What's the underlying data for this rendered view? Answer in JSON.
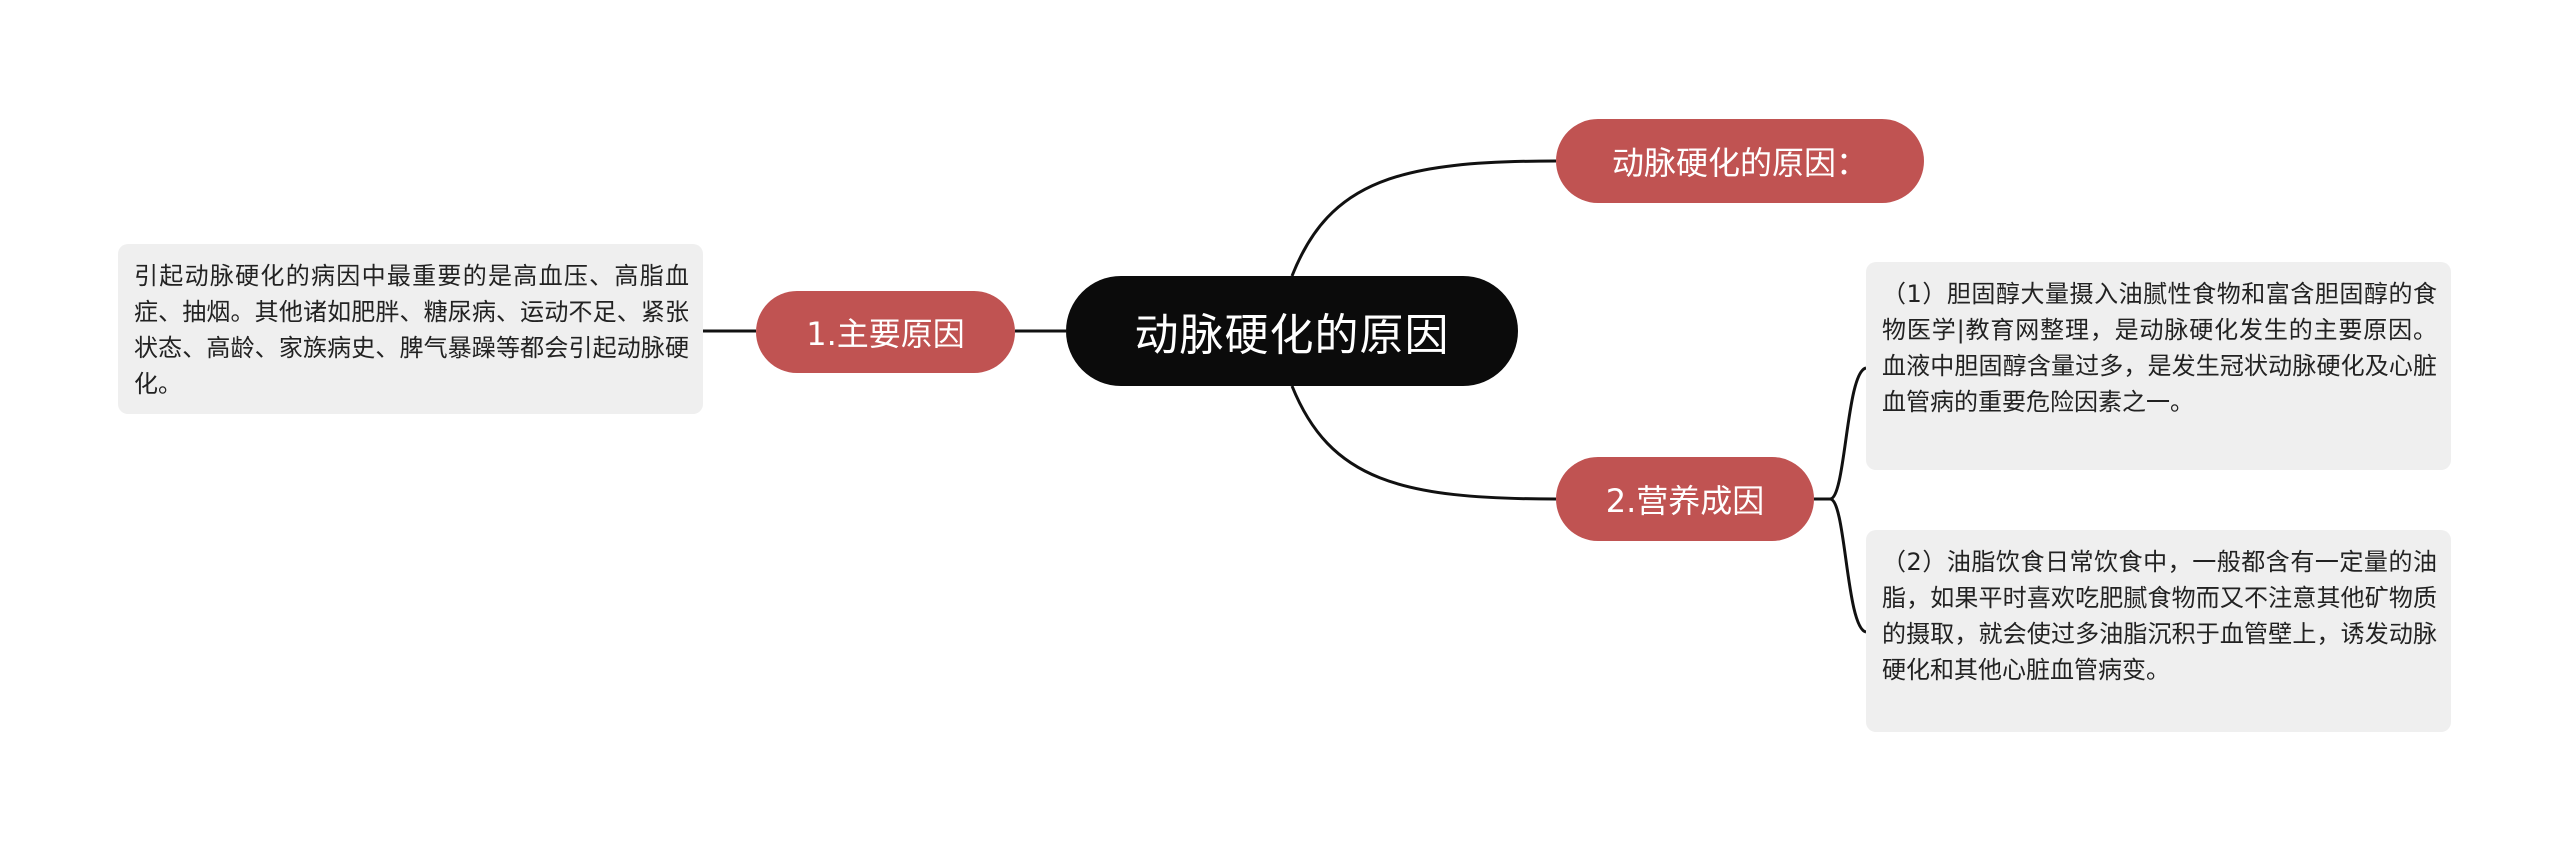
{
  "mindmap": {
    "root": {
      "label": "动脉硬化的原因"
    },
    "branches": [
      {
        "label": "1.主要原因",
        "children": [
          "引起动脉硬化的病因中最重要的是高血压、高脂血症、抽烟。其他诸如肥胖、糖尿病、运动不足、紧张状态、高龄、家族病史、脾气暴躁等都会引起动脉硬化。"
        ]
      },
      {
        "label": "动脉硬化的原因：",
        "children": []
      },
      {
        "label": "2.营养成因",
        "children": [
          "（1）胆固醇大量摄入油腻性食物和富含胆固醇的食物医学|教育网整理，是动脉硬化发生的主要原因。血液中胆固醇含量过多，是发生冠状动脉硬化及心脏血管病的重要危险因素之一。",
          "（2）油脂饮食日常饮食中，一般都含有一定量的油脂，如果平时喜欢吃肥腻食物而又不注意其他矿物质的摄取，就会使过多油脂沉积于血管壁上，诱发动脉硬化和其他心脏血管病变。"
        ]
      }
    ]
  },
  "colors": {
    "root_fill": "#0b0b0b",
    "branch_fill": "#c05352",
    "leaf_fill": "#efefef",
    "connector": "#111111"
  }
}
